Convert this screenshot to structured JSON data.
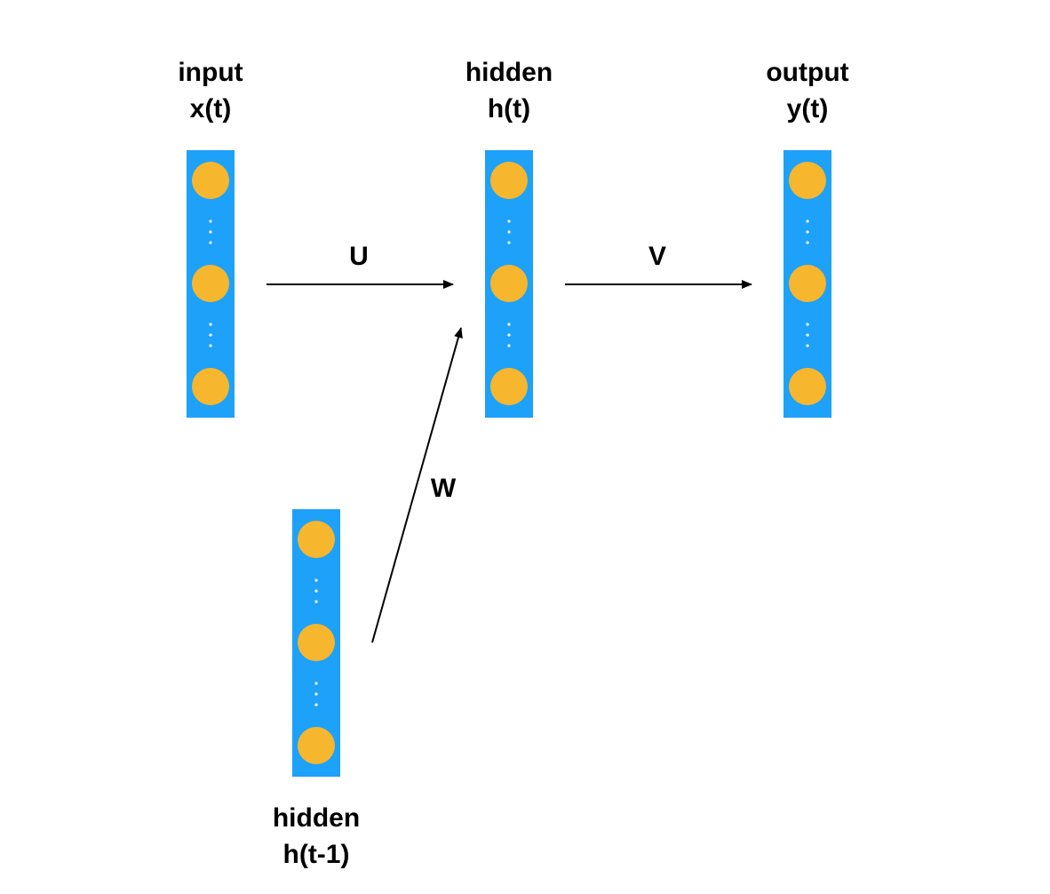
{
  "colors": {
    "layer_fill": "#1DA1F9",
    "node_fill": "#F6B62D",
    "dot_fill": "#FFFFFF",
    "arrow": "#000000",
    "text": "#000000"
  },
  "layers": {
    "input": {
      "title": "input",
      "sub": "x(t)"
    },
    "hidden": {
      "title": "hidden",
      "sub": "h(t)"
    },
    "output": {
      "title": "output",
      "sub": "y(t)"
    },
    "prev_hidden": {
      "title": "hidden",
      "sub": "h(t-1)"
    }
  },
  "weights": {
    "input_to_hidden": "U",
    "hidden_to_output": "V",
    "prev_hidden_to_hidden": "W"
  }
}
